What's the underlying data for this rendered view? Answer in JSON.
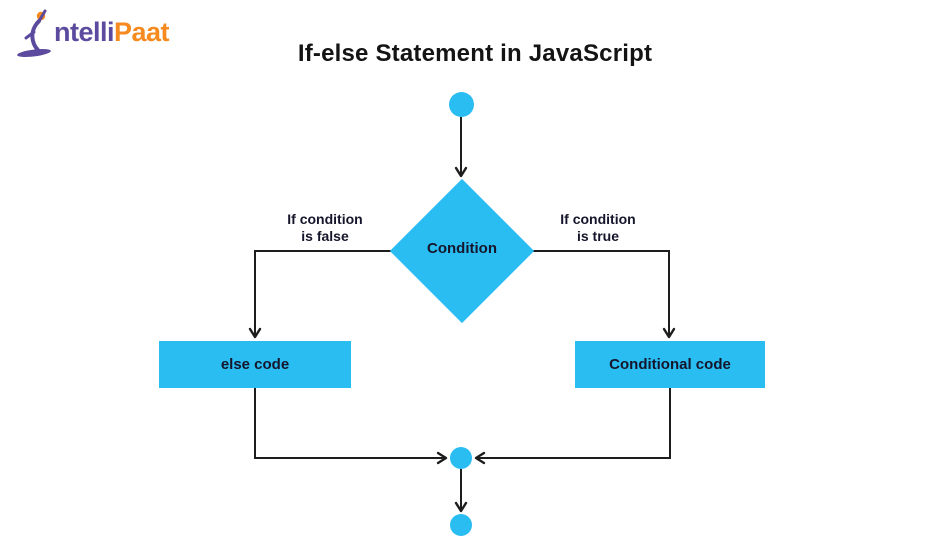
{
  "brand": {
    "name_part1": "ntelli",
    "name_part2": "Paat"
  },
  "header": {
    "title": "If-else Statement in JavaScript"
  },
  "diagram": {
    "type": "flowchart",
    "condition_label": "Condition",
    "false_branch_label": "If condition\nis false",
    "true_branch_label": "If condition\nis true",
    "else_box_label": "else code",
    "conditional_box_label": "Conditional code",
    "nodes": [
      "start",
      "Condition",
      "else code",
      "Conditional code",
      "junction",
      "end"
    ],
    "edges": [
      {
        "from": "start",
        "to": "Condition",
        "label": ""
      },
      {
        "from": "Condition",
        "to": "else code",
        "label": "If condition is false"
      },
      {
        "from": "Condition",
        "to": "Conditional code",
        "label": "If condition is true"
      },
      {
        "from": "else code",
        "to": "junction",
        "label": ""
      },
      {
        "from": "Conditional code",
        "to": "junction",
        "label": ""
      },
      {
        "from": "junction",
        "to": "end",
        "label": ""
      }
    ]
  },
  "colors": {
    "accent_cyan": "#29bdf2",
    "line_dark": "#1d1d1d",
    "text_dark": "#15152b",
    "brand_purple": "#5b4a9e",
    "brand_orange": "#f68a1e"
  }
}
